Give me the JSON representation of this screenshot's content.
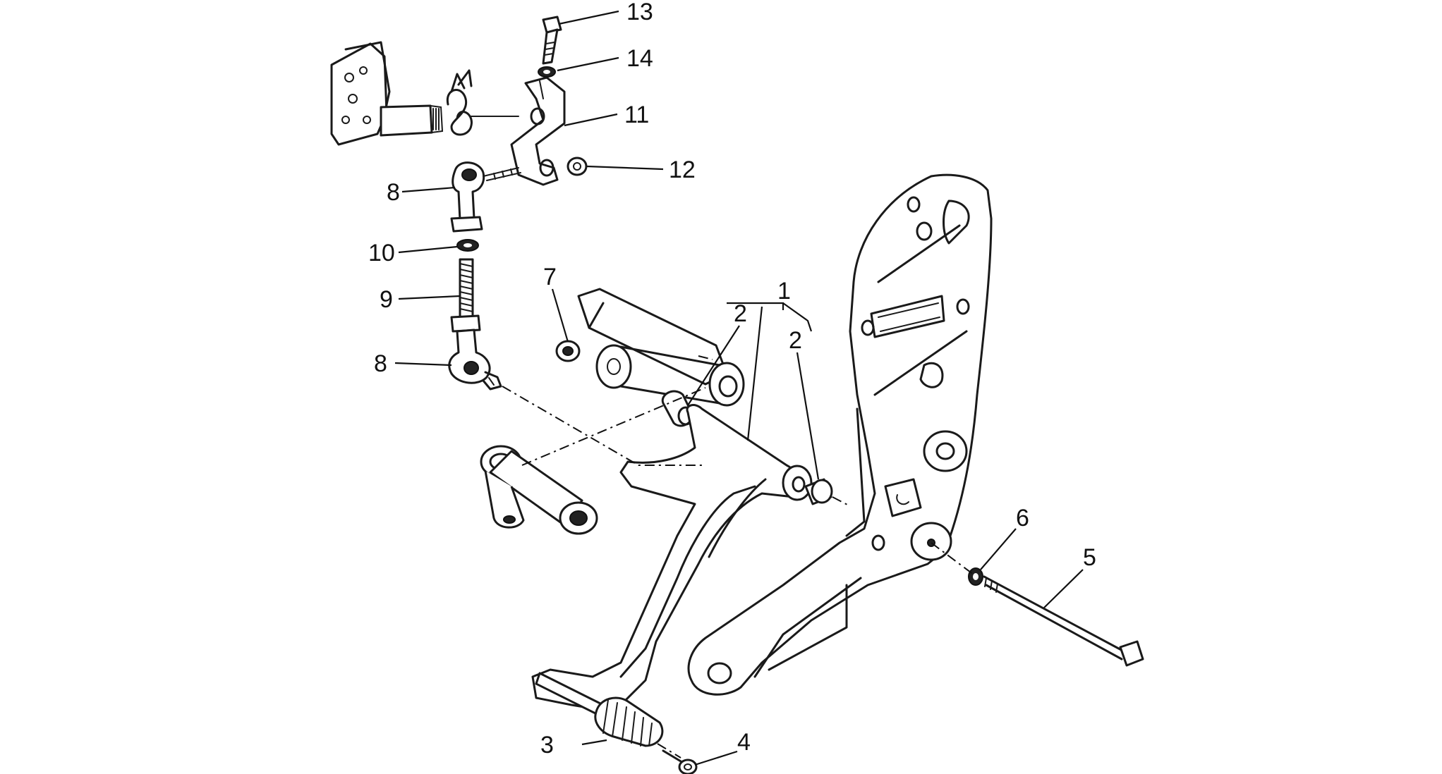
{
  "diagram": {
    "colors": {
      "ink": "#1a1a1a",
      "background": "#ffffff"
    },
    "callouts": [
      {
        "id": "c13",
        "label": "13"
      },
      {
        "id": "c14",
        "label": "14"
      },
      {
        "id": "c11",
        "label": "11"
      },
      {
        "id": "c12",
        "label": "12"
      },
      {
        "id": "c8a",
        "label": "8"
      },
      {
        "id": "c10",
        "label": "10"
      },
      {
        "id": "c9",
        "label": "9"
      },
      {
        "id": "c8b",
        "label": "8"
      },
      {
        "id": "c7",
        "label": "7"
      },
      {
        "id": "c1",
        "label": "1"
      },
      {
        "id": "c2a",
        "label": "2"
      },
      {
        "id": "c2b",
        "label": "2"
      },
      {
        "id": "c6",
        "label": "6"
      },
      {
        "id": "c5",
        "label": "5"
      },
      {
        "id": "c3",
        "label": "3"
      },
      {
        "id": "c4",
        "label": "4"
      }
    ]
  }
}
